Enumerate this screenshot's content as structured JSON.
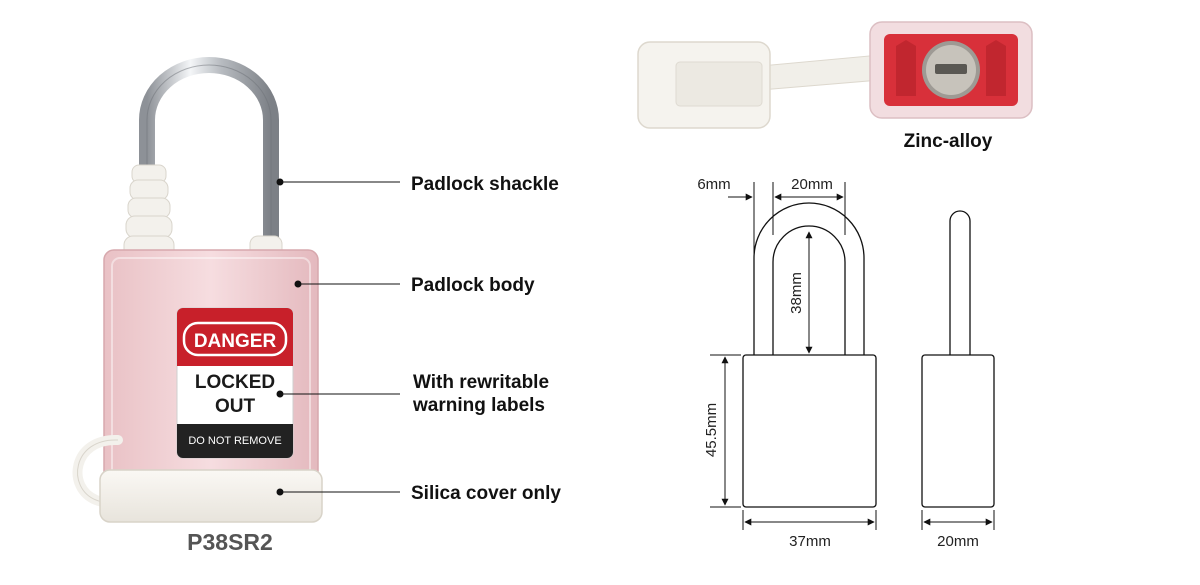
{
  "product": {
    "model": "P38SR2",
    "tag": {
      "header": "DANGER",
      "line1": "LOCKED",
      "line2": "OUT",
      "footer": "DO NOT REMOVE"
    }
  },
  "callouts": {
    "shackle": "Padlock shackle",
    "body": "Padlock body",
    "labels_line1": "With rewritable",
    "labels_line2": "warning labels",
    "cover": "Silica cover only"
  },
  "key_caption": "Zinc-alloy",
  "dimensions": {
    "shackle_thickness": "6mm",
    "shackle_clearance_width": "20mm",
    "shackle_clearance_height": "38mm",
    "body_height": "45.5mm",
    "body_width": "37mm",
    "body_depth": "20mm"
  },
  "colors": {
    "danger_red": "#c8202a",
    "body_pink": "#f0cfd2",
    "cover_white": "#f5f3ef",
    "steel": "#c9ccd0"
  }
}
